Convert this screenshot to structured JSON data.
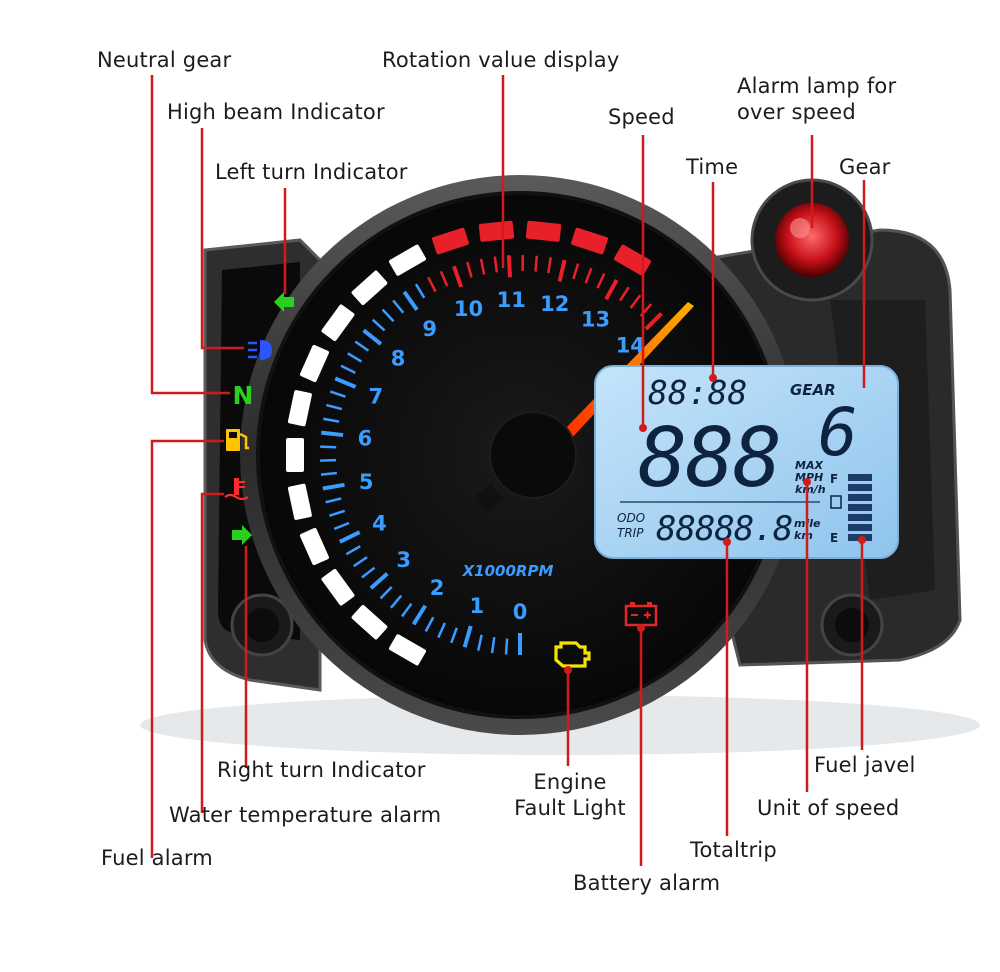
{
  "labels": {
    "neutral_gear": "Neutral gear",
    "high_beam": "High beam Indicator",
    "left_turn": "Left turn Indicator",
    "rotation_value": "Rotation value display",
    "speed": "Speed",
    "alarm_lamp": "Alarm lamp for\nover speed",
    "time": "Time",
    "gear": "Gear",
    "right_turn": "Right turn Indicator",
    "water_temp": "Water temperature alarm",
    "fuel_alarm": "Fuel alarm",
    "engine_fault": "Engine\nFault Light",
    "battery_alarm": "Battery alarm",
    "totaltrip": "Totaltrip",
    "unit_of_speed": "Unit of speed",
    "fuel_level": "Fuel javel"
  },
  "gauge": {
    "ticks": [
      "0",
      "1",
      "2",
      "3",
      "4",
      "5",
      "6",
      "7",
      "8",
      "9",
      "10",
      "11",
      "12",
      "13",
      "14"
    ],
    "unit": "X1000RPM"
  },
  "lcd": {
    "time": "88:88",
    "gear_label": "GEAR",
    "gear_value": "6",
    "speed": "888",
    "units": [
      "MAX",
      "MPH",
      "km/h"
    ],
    "odo": "ODO",
    "trip": "TRIP",
    "mileage": "88888.8",
    "mileage_units": [
      "mile",
      "km"
    ],
    "fuel_full": "F",
    "fuel_empty": "E"
  },
  "colors": {
    "callout_line": "#d11a1a",
    "redline": "#e8202a",
    "tick_blue": "#3b9cff",
    "lcd_bg": "#a8d2f2",
    "needle": "#ff3b00"
  }
}
